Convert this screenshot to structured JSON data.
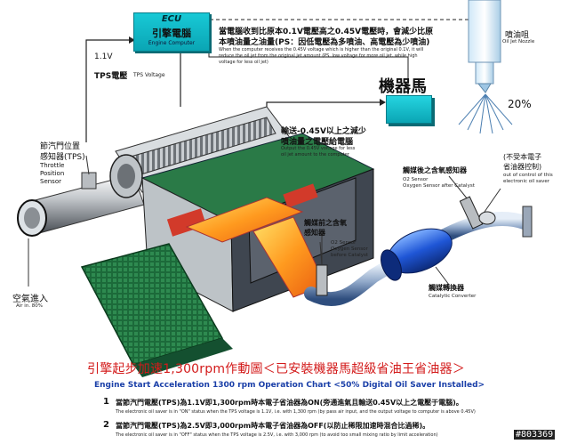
{
  "ecu": {
    "title": "ECU",
    "label": "引擎電腦",
    "sublabel": "Engine Computer"
  },
  "top_note": {
    "zh_line1": "當電腦收到比原本0.1V電壓高之0.45V電壓時，會減少比原",
    "zh_line2": "本噴油量之油量(PS：因低電壓為多噴油、高電壓為少噴油)",
    "en_line1": "When the computer receives the 0.45V voltage which is higher than the original 0.1V, it will",
    "en_line2": "reduce the oil jet from the original jet amount (PS. low voltage for more oil jet, while high",
    "en_line3": "voltage for less oil jet)"
  },
  "nozzle": {
    "zh": "噴油咀",
    "en": "Oil Jet Nozzle",
    "percent": "20%"
  },
  "voltage_label": "1.1V",
  "tps": {
    "zh": "TPS電壓",
    "en": "TPS Voltage"
  },
  "saver": {
    "label": "機器馬"
  },
  "output_note": {
    "zh_line1": "輸送-0.45V以上之減少",
    "zh_line2": "噴油量之電壓給電腦",
    "en_line1": "Output the 0.45V voltage for less",
    "en_line2": "oil jet amount to the computer"
  },
  "throttle": {
    "zh_line1": "節汽門位置",
    "zh_line2": "感知器(TPS)",
    "en_line1": "Throttle",
    "en_line2": "Position",
    "en_line3": "Sensor"
  },
  "air_in": {
    "zh": "空氣進入",
    "en": "Air in. 80%"
  },
  "o2_after": {
    "zh": "觸媒後之含氧感知器",
    "en_line1": "O2 Sensor",
    "en_line2": "Oxygen Sensor after Catalyst"
  },
  "out_of_control": {
    "zh_line1": "(不受本電子",
    "zh_line2": "省油器控制)",
    "en_line1": "out of control of this",
    "en_line2": "electronic oil saver"
  },
  "o2_before": {
    "zh_line1": "觸媒前之含氧",
    "zh_line2": "感知器",
    "en_line1": "O2 Sensor",
    "en_line2": "Oxygen Sensor",
    "en_line3": "before Catalyst"
  },
  "catalyst": {
    "zh": "觸媒轉換器",
    "en": "Catalytic Converter"
  },
  "title_zh": "引擎起步加速1,300rpm作動圖＜已安裝機器馬超級省油王省油器＞",
  "title_en": "Engine Start Acceleration 1300 rpm Operation Chart <50% Digital Oil Saver Installed>",
  "notes": [
    {
      "num": "1",
      "zh": "當節汽門電壓(TPS)為1.1V即1,300rpm時本電子省油器為ON(旁通進氣且輸送0.45V以上之電壓于電腦)。",
      "en": "The electronic oil saver is in \"ON\" status when the TPS voltage is 1.1V, i.e. with 1,300 rpm (by pass air input, and the output voltage to computer is above 0.45V)"
    },
    {
      "num": "2",
      "zh": "當節汽門電壓(TPS)為2.5V即3,000rpm時本電子省油器為OFF(以防止稀限加速時混合比過稀)。",
      "en": "The electronic oil saver is in \"OFF\" status when the TPS voltage is 2.5V, i.e. with 3,000 rpm (to avoid too small mixing ratio by limit acceleration)"
    }
  ],
  "watermark": "#803369",
  "colors": {
    "ecu": "#12bccb",
    "title_red": "#d31a1a",
    "title_blue": "#1a3fa8",
    "engine_green": "#1f6b3e"
  }
}
